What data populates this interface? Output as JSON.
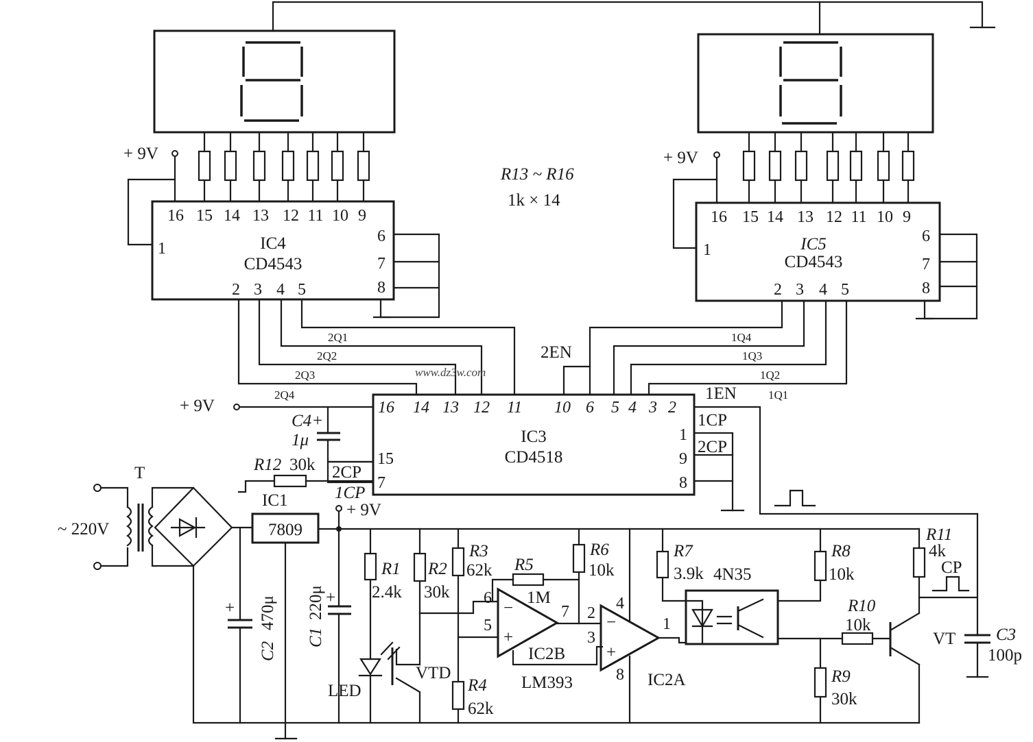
{
  "watermark": "www.dz3w.com",
  "resistor_note": {
    "line1": "R13 ~ R16",
    "line2": "1k × 14"
  },
  "supply_labels": {
    "left_top": "+ 9V",
    "right_top": "+ 9V",
    "ic3_supply": "+ 9V",
    "reg_out": "+ 9V"
  },
  "ic4": {
    "name": "IC4",
    "part": "CD4543",
    "top_pins": [
      "16",
      "15",
      "14",
      "13",
      "12",
      "11",
      "10",
      "9"
    ],
    "left_pin": "1",
    "right_pins": [
      "6",
      "7",
      "8"
    ],
    "bottom_pins": [
      "2",
      "3",
      "4",
      "5"
    ]
  },
  "ic5": {
    "name": "IC5",
    "part": "CD4543",
    "top_pins": [
      "16",
      "15",
      "14",
      "13",
      "12",
      "11",
      "10",
      "9"
    ],
    "left_pin": "1",
    "right_pins": [
      "6",
      "7",
      "8"
    ],
    "bottom_pins": [
      "2",
      "3",
      "4",
      "5"
    ]
  },
  "ic3": {
    "name": "IC3",
    "part": "CD4518",
    "top_pins": [
      "16",
      "14",
      "13",
      "12",
      "11",
      "10",
      "6",
      "5",
      "4",
      "3",
      "2"
    ],
    "left_pins": [
      "15",
      "7"
    ],
    "right_pins": [
      "1",
      "9",
      "8"
    ],
    "pin_labels": [
      "1CP",
      "2CP",
      "2CP",
      "1CP"
    ]
  },
  "bus_labels": [
    "2Q1",
    "2Q2",
    "2Q3",
    "2Q4",
    "2EN",
    "1Q4",
    "1Q3",
    "1Q2",
    "1Q1",
    "1EN"
  ],
  "components": {
    "C4": {
      "ref": "C4",
      "value": "1μ"
    },
    "R12": {
      "ref": "R12",
      "value": "30k"
    },
    "IC1": {
      "ref": "IC1",
      "value": "7809"
    },
    "T": {
      "ref": "T"
    },
    "mains": "~ 220V",
    "C2": {
      "ref": "C2",
      "value": "470μ"
    },
    "C1": {
      "ref": "C1",
      "value": "220μ"
    },
    "R1": {
      "ref": "R1",
      "value": "2.4k"
    },
    "R2": {
      "ref": "R2",
      "value": "30k"
    },
    "R3": {
      "ref": "R3",
      "value": "62k"
    },
    "R4": {
      "ref": "R4",
      "value": "62k"
    },
    "R5": {
      "ref": "R5",
      "value": "1M"
    },
    "R6": {
      "ref": "R6",
      "value": "10k"
    },
    "R7": {
      "ref": "R7",
      "value": "3.9k"
    },
    "R8": {
      "ref": "R8",
      "value": "10k"
    },
    "R9": {
      "ref": "R9",
      "value": "30k"
    },
    "R10": {
      "ref": "R10",
      "value": "10k"
    },
    "R11": {
      "ref": "R11",
      "value": "4k"
    },
    "C3": {
      "ref": "C3",
      "value": "100p"
    },
    "LED": "LED",
    "VTD": "VTD",
    "VT": "VT",
    "IC2B": "IC2B",
    "IC2A": "IC2A",
    "LM393": "LM393",
    "opto": "4N35",
    "CP": "CP"
  },
  "opamp_pins": {
    "ic2b": [
      "6",
      "5",
      "7"
    ],
    "ic2a": [
      "2",
      "3",
      "1",
      "4",
      "8"
    ]
  }
}
